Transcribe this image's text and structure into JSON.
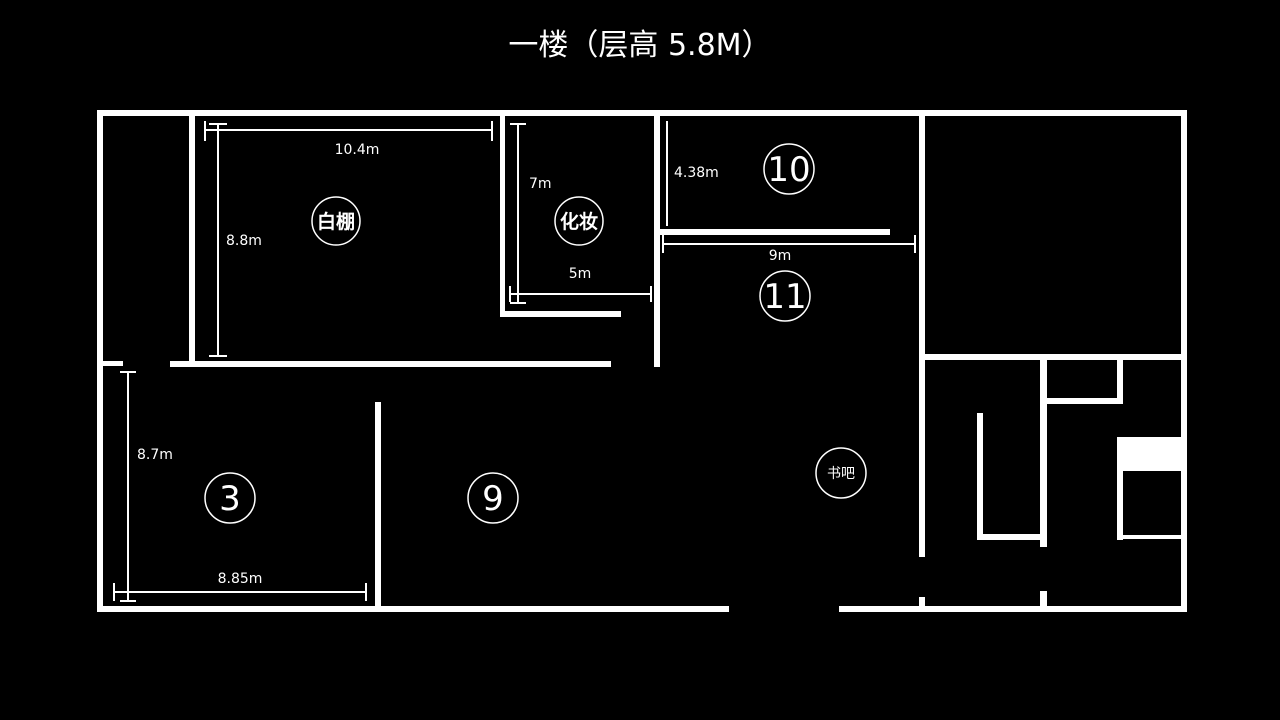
{
  "title": "一楼（层高 5.8M）",
  "rooms": {
    "white_studio": "白棚",
    "makeup": "化妆",
    "room_10": "10",
    "room_11": "11",
    "room_3": "3",
    "room_9": "9",
    "book_bar": "书吧"
  },
  "dimensions": {
    "white_studio_width": "10.4m",
    "white_studio_depth": "8.8m",
    "makeup_depth": "7m",
    "makeup_width": "5m",
    "room_10_depth": "4.38m",
    "room_11_width": "9m",
    "room_3_depth": "8.7m",
    "room_3_width": "8.85m"
  },
  "colors": {
    "background": "#000000",
    "line": "#ffffff"
  }
}
